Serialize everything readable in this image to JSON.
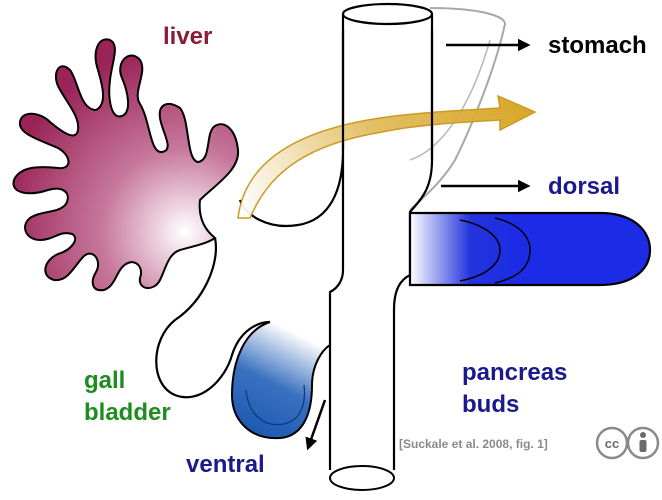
{
  "labels": {
    "liver": "liver",
    "stomach": "stomach",
    "dorsal": "dorsal",
    "gall_line1": "gall",
    "gall_line2": "bladder",
    "ventral": "ventral",
    "pancreas_line1": "pancreas",
    "pancreas_line2": "buds"
  },
  "citation": "[Suckale et al. 2008, fig. 1]",
  "license_badge": {
    "cc_text": "cc",
    "icon": "person-attribution-icon"
  },
  "colors": {
    "liver": "#a0295c",
    "liver_text": "#8a1c38",
    "stomach_text": "#000000",
    "dorsal_text": "#1a1a8c",
    "gall_text": "#1e8c1e",
    "ventral_text": "#1a1a8c",
    "pancreas_text": "#1a1a8c",
    "dorsal_bud": "#1f2ee0",
    "ventral_bud": "#1c5cb0",
    "curved_arrow": "#d7a623",
    "outline": "#000000",
    "citation": "#8a8a8a"
  }
}
